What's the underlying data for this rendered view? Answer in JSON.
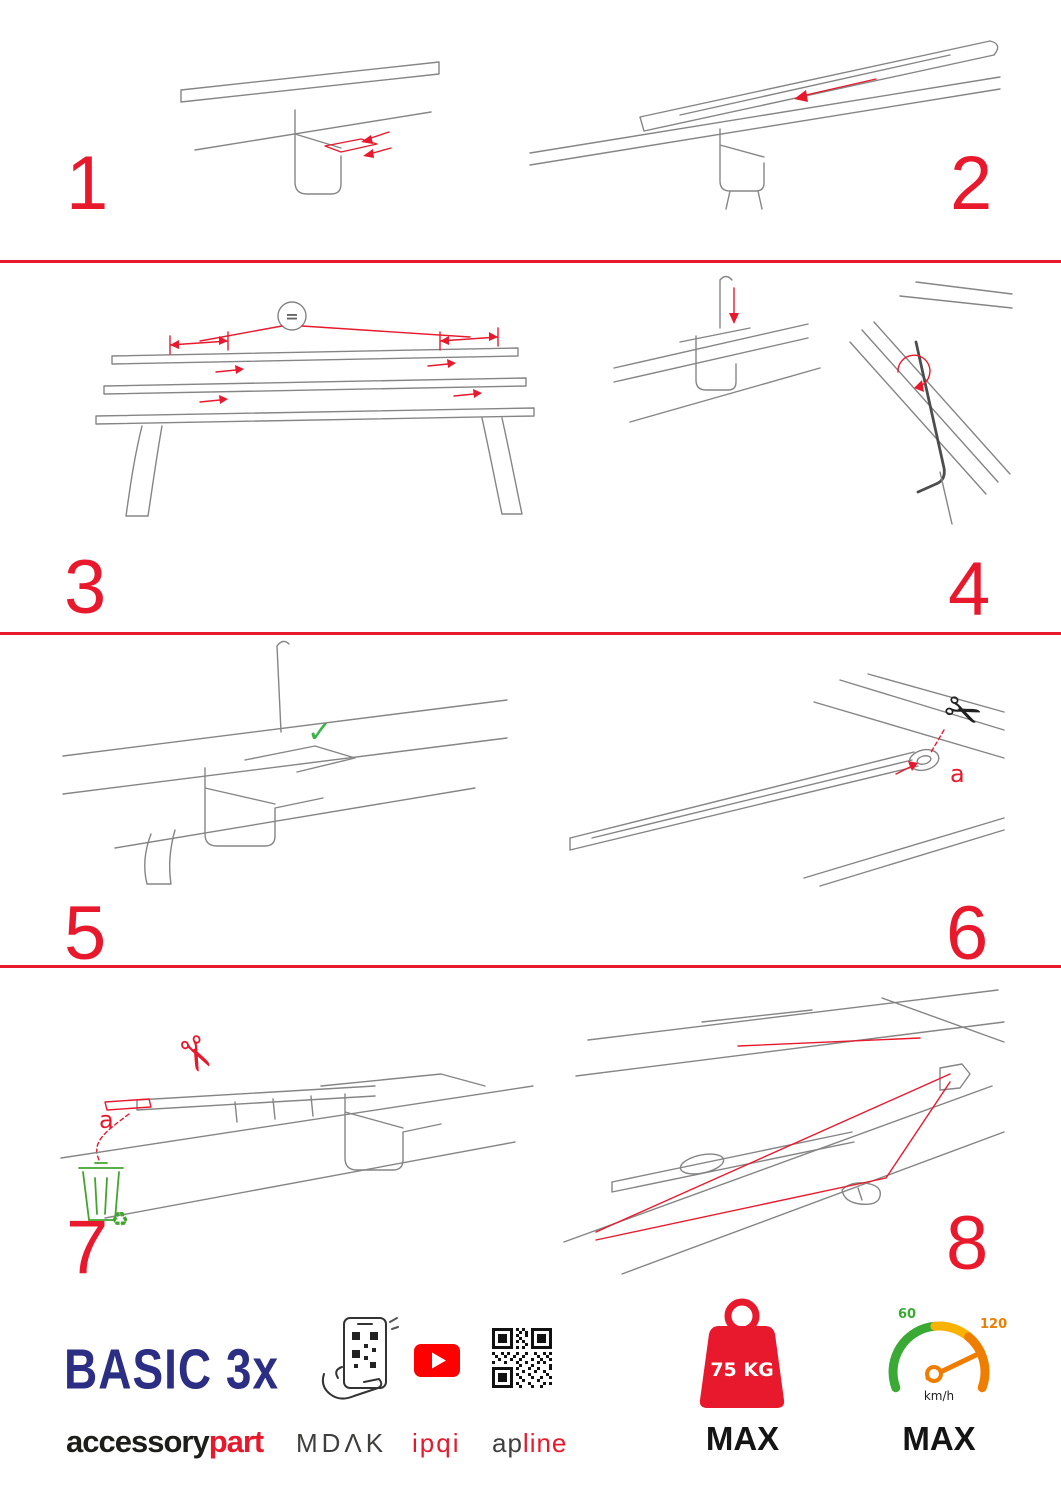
{
  "colors": {
    "accent_red": "#e8192c",
    "brand_blue": "#2b2e83",
    "check_green": "#3bb54a",
    "gauge_green": "#3aaa35",
    "gauge_yellow": "#f9b200",
    "gauge_orange": "#ef7d00",
    "youtube_red": "#ff0000"
  },
  "steps": [
    {
      "n": "1"
    },
    {
      "n": "2"
    },
    {
      "n": "3"
    },
    {
      "n": "4"
    },
    {
      "n": "5"
    },
    {
      "n": "6"
    },
    {
      "n": "7"
    },
    {
      "n": "8"
    }
  ],
  "labels": {
    "equal": "=",
    "check": "✓",
    "scissors": "✂",
    "a6": "a",
    "a7": "a",
    "recycle": "♻"
  },
  "footer": {
    "brand_title": "BASIC 3x",
    "brand_sub_black": "accessory",
    "brand_sub_red": "part",
    "partner_mdak": "MDΛK",
    "partner_ipqi": "ipqi",
    "partner_ap": "ap",
    "partner_line": "line",
    "weight_value": "75 KG",
    "weight_max": "MAX",
    "speed_60": "60",
    "speed_120": "120",
    "speed_unit": "km/h",
    "speed_max": "MAX"
  }
}
